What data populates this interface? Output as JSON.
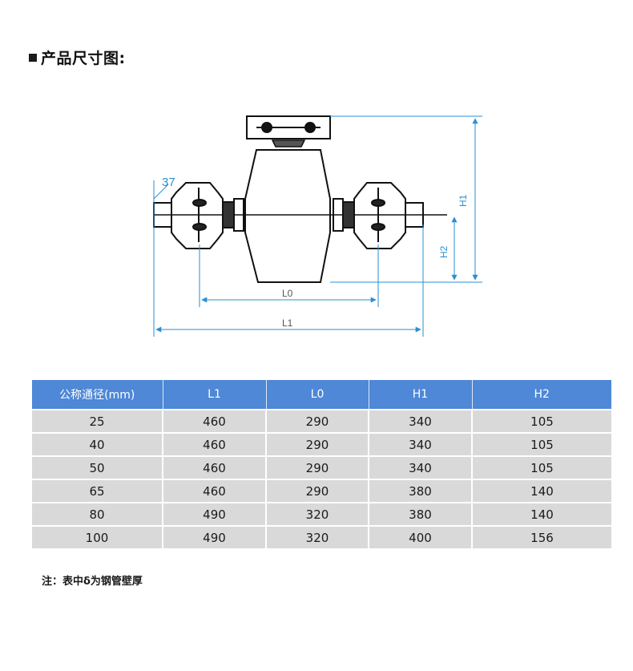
{
  "heading": {
    "bullet_icon": "black-square-bullet",
    "title": "产品尺寸图:"
  },
  "diagram": {
    "angle_label": "37",
    "labels": {
      "L0": "L0",
      "L1": "L1",
      "H1": "H1",
      "H2": "H2"
    },
    "dimension_color": "#2a8fd0",
    "drawing_color": "#111111"
  },
  "table": {
    "header_color": "#4e88d6",
    "row_color": "#d9d9d9",
    "columns": [
      "公称通径(mm)",
      "L1",
      "L0",
      "H1",
      "H2"
    ],
    "rows": [
      [
        "25",
        "460",
        "290",
        "340",
        "105"
      ],
      [
        "40",
        "460",
        "290",
        "340",
        "105"
      ],
      [
        "50",
        "460",
        "290",
        "340",
        "105"
      ],
      [
        "65",
        "460",
        "290",
        "380",
        "140"
      ],
      [
        "80",
        "490",
        "320",
        "380",
        "140"
      ],
      [
        "100",
        "490",
        "320",
        "400",
        "156"
      ]
    ]
  },
  "note": "注：表中δ为钢管壁厚"
}
